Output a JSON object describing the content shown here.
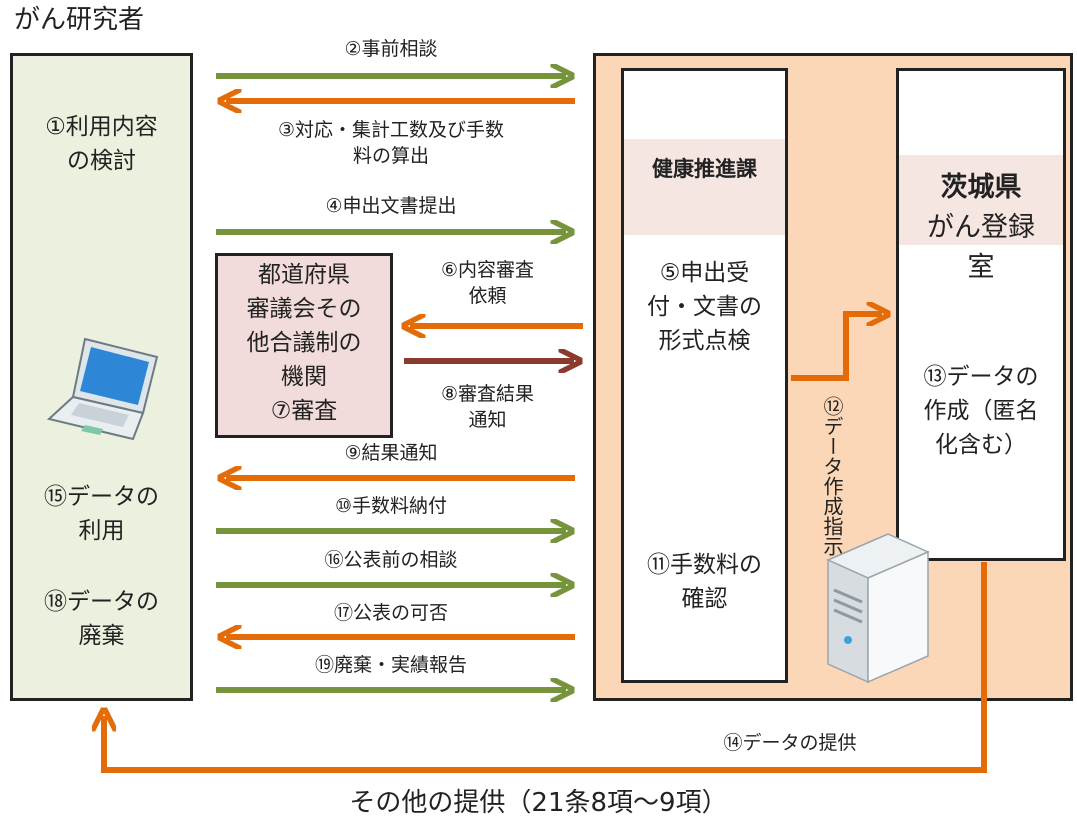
{
  "title": "がん研究者",
  "footer": "その他の提供（21条8項～9項）",
  "researcher": {
    "step1": [
      "①利用内容",
      "の検討"
    ],
    "step15": [
      "⑮データの",
      "利用"
    ],
    "step18": [
      "⑱データの",
      "廃棄"
    ]
  },
  "council": {
    "lines": [
      "都道府県",
      "審議会その",
      "他合議制の",
      "機関",
      "⑦審査"
    ]
  },
  "kenko": {
    "header": "健康推進課",
    "step5": [
      "⑤申出受",
      "付・文書の",
      "形式点検"
    ],
    "step11": [
      "⑪手数料の",
      "確認"
    ]
  },
  "torokushitsu": {
    "header": [
      "茨城県",
      "がん登録",
      "室"
    ],
    "step13": [
      "⑬データの",
      "作成（匿名",
      "化含む）"
    ]
  },
  "step12": {
    "col1": "作成指示",
    "col2": "⑫データ"
  },
  "arrow_labels": {
    "a2": "②事前相談",
    "a3": [
      "③対応・集計工数及び手数",
      "料の算出"
    ],
    "a4": "④申出文書提出",
    "a6": [
      "⑥内容審査",
      "依頼"
    ],
    "a8": [
      "⑧審査結果",
      "通知"
    ],
    "a9": "⑨結果通知",
    "a10": "⑩手数料納付",
    "a16": "⑯公表前の相談",
    "a17": "⑰公表の可否",
    "a19": "⑲廃棄・実績報告",
    "a14": "⑭データの提供"
  },
  "colors": {
    "green": "#77933c",
    "orange": "#e36c09",
    "maroon": "#8b3a2e"
  }
}
